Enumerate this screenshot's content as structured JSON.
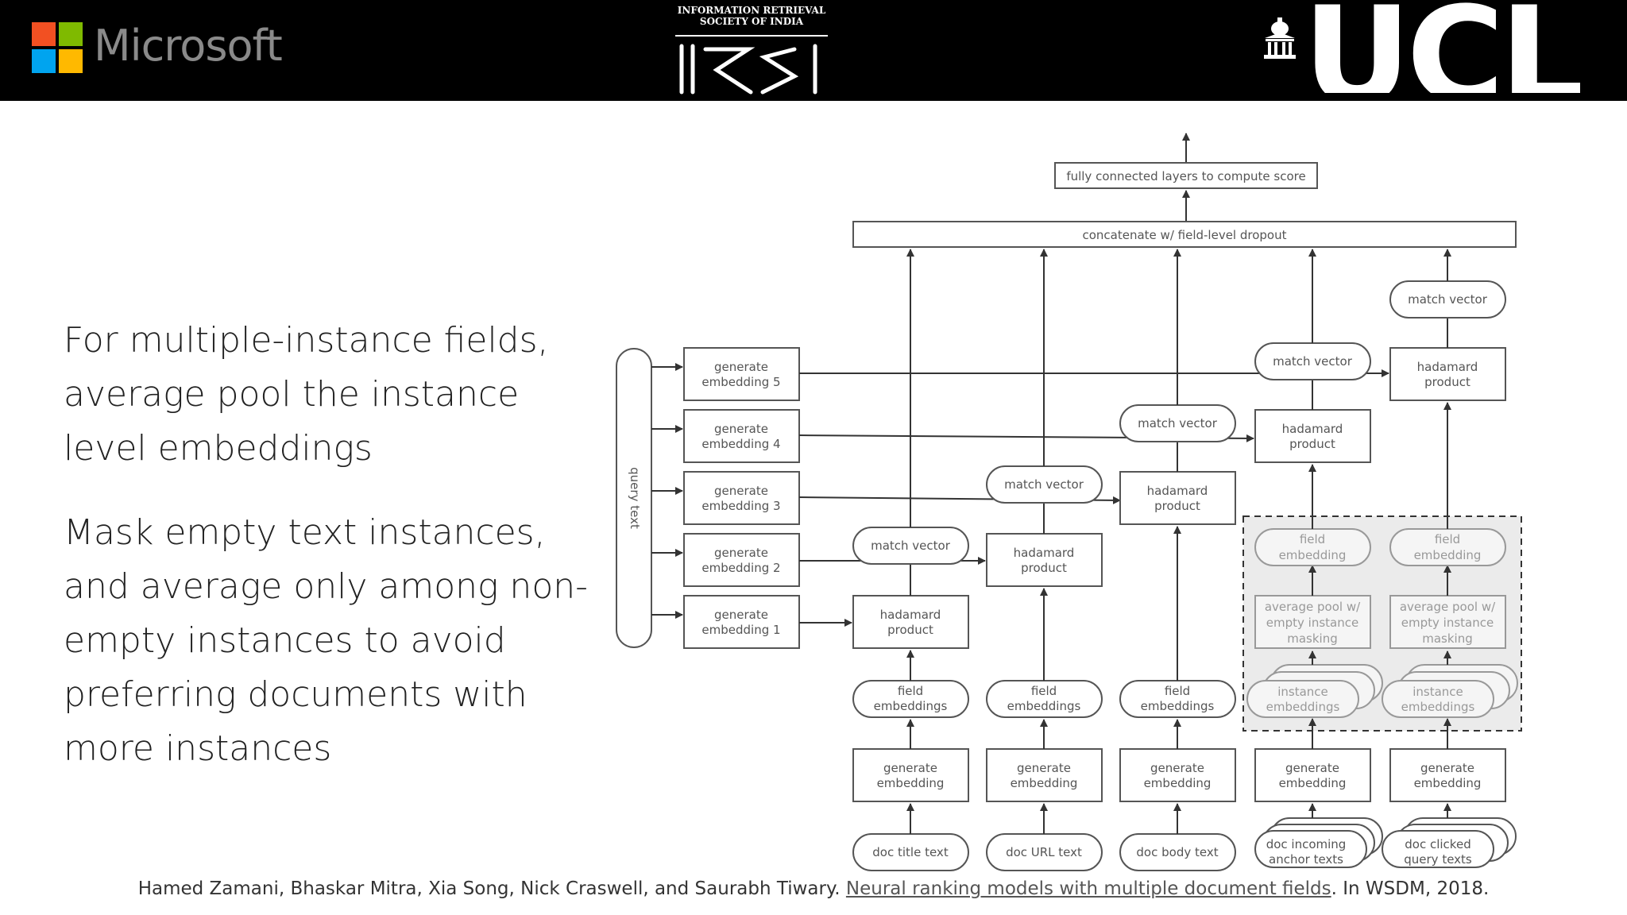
{
  "header": {
    "ms_text": "Microsoft",
    "irsi_line1": "INFORMATION RETRIEVAL",
    "irsi_line2": "SOCIETY OF INDIA",
    "irsi_logo": "IRSI",
    "ucl_text": "UCL"
  },
  "bullets": [
    "For multiple-instance fields, average pool the instance level embeddings",
    "Mask empty text instances, and average only among non-empty instances to avoid preferring documents with more instances"
  ],
  "diagram": {
    "fc_label": "fully connected layers to compute score",
    "concat_label": "concatenate w/ field-level dropout",
    "query_text": "query text",
    "gen_query": [
      [
        "generate",
        "embedding 5"
      ],
      [
        "generate",
        "embedding 4"
      ],
      [
        "generate",
        "embedding 3"
      ],
      [
        "generate",
        "embedding 2"
      ],
      [
        "generate",
        "embedding 1"
      ]
    ],
    "match_vector": "match vector",
    "hadamard": [
      "hadamard",
      "product"
    ],
    "field_embeddings": [
      "field",
      "embeddings"
    ],
    "field_embedding": [
      "field",
      "embedding"
    ],
    "avg_pool": [
      "average pool w/",
      "empty instance",
      "masking"
    ],
    "instance_embeddings": [
      "instance",
      "embeddings"
    ],
    "generate_embedding": [
      "generate",
      "embedding"
    ],
    "doc_title": "doc title text",
    "doc_url": "doc URL text",
    "doc_body": "doc body text",
    "doc_anchor": [
      "doc incoming",
      "anchor texts"
    ],
    "doc_query": [
      "doc clicked",
      "query texts"
    ]
  },
  "citation": {
    "authors": "Hamed Zamani, Bhaskar Mitra, Xia Song, Nick Craswell, and Saurabh Tiwary. ",
    "title": "Neural ranking models with multiple document fields",
    "venue": ". In WSDM, 2018."
  },
  "colors": {
    "header_bg": "#000000",
    "ms_red": "#f25022",
    "ms_green": "#7fba00",
    "ms_blue": "#00a4ef",
    "ms_yellow": "#ffb900"
  }
}
